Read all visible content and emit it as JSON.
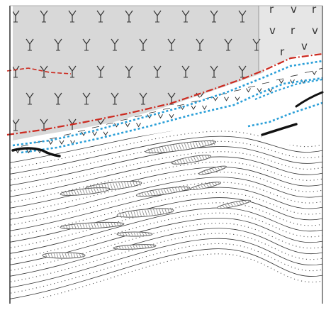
{
  "diagram": {
    "units": [
      {
        "id": "upper-volcanic-unit",
        "pattern": "wine-glass-symbols",
        "fill": "#d8d8d8"
      },
      {
        "id": "right-volcanic-unit",
        "pattern": "v-and-r-symbols",
        "fill": "#e6e6e6"
      },
      {
        "id": "tuffaceous-sandstone-band",
        "pattern": "v-symbols-and-dashes",
        "fill": "#ffffff"
      },
      {
        "id": "laminated-sediments",
        "pattern": "curved-lines-and-dots",
        "fill": "#ffffff"
      }
    ],
    "contacts": [
      {
        "id": "red-contact",
        "color": "#cc2a20",
        "style": "dash-dot"
      },
      {
        "id": "blue-contact-upper",
        "color": "#2a9fd8",
        "style": "dotted"
      },
      {
        "id": "blue-contact-lower",
        "color": "#2a9fd8",
        "style": "dotted"
      },
      {
        "id": "blue-contact-right",
        "color": "#2a9fd8",
        "style": "dotted"
      }
    ],
    "lenses": {
      "stroke": "#555555",
      "hatch": "#888888"
    },
    "colors": {
      "line": "#333333",
      "frame": "#222222",
      "dots": "#555555"
    }
  }
}
